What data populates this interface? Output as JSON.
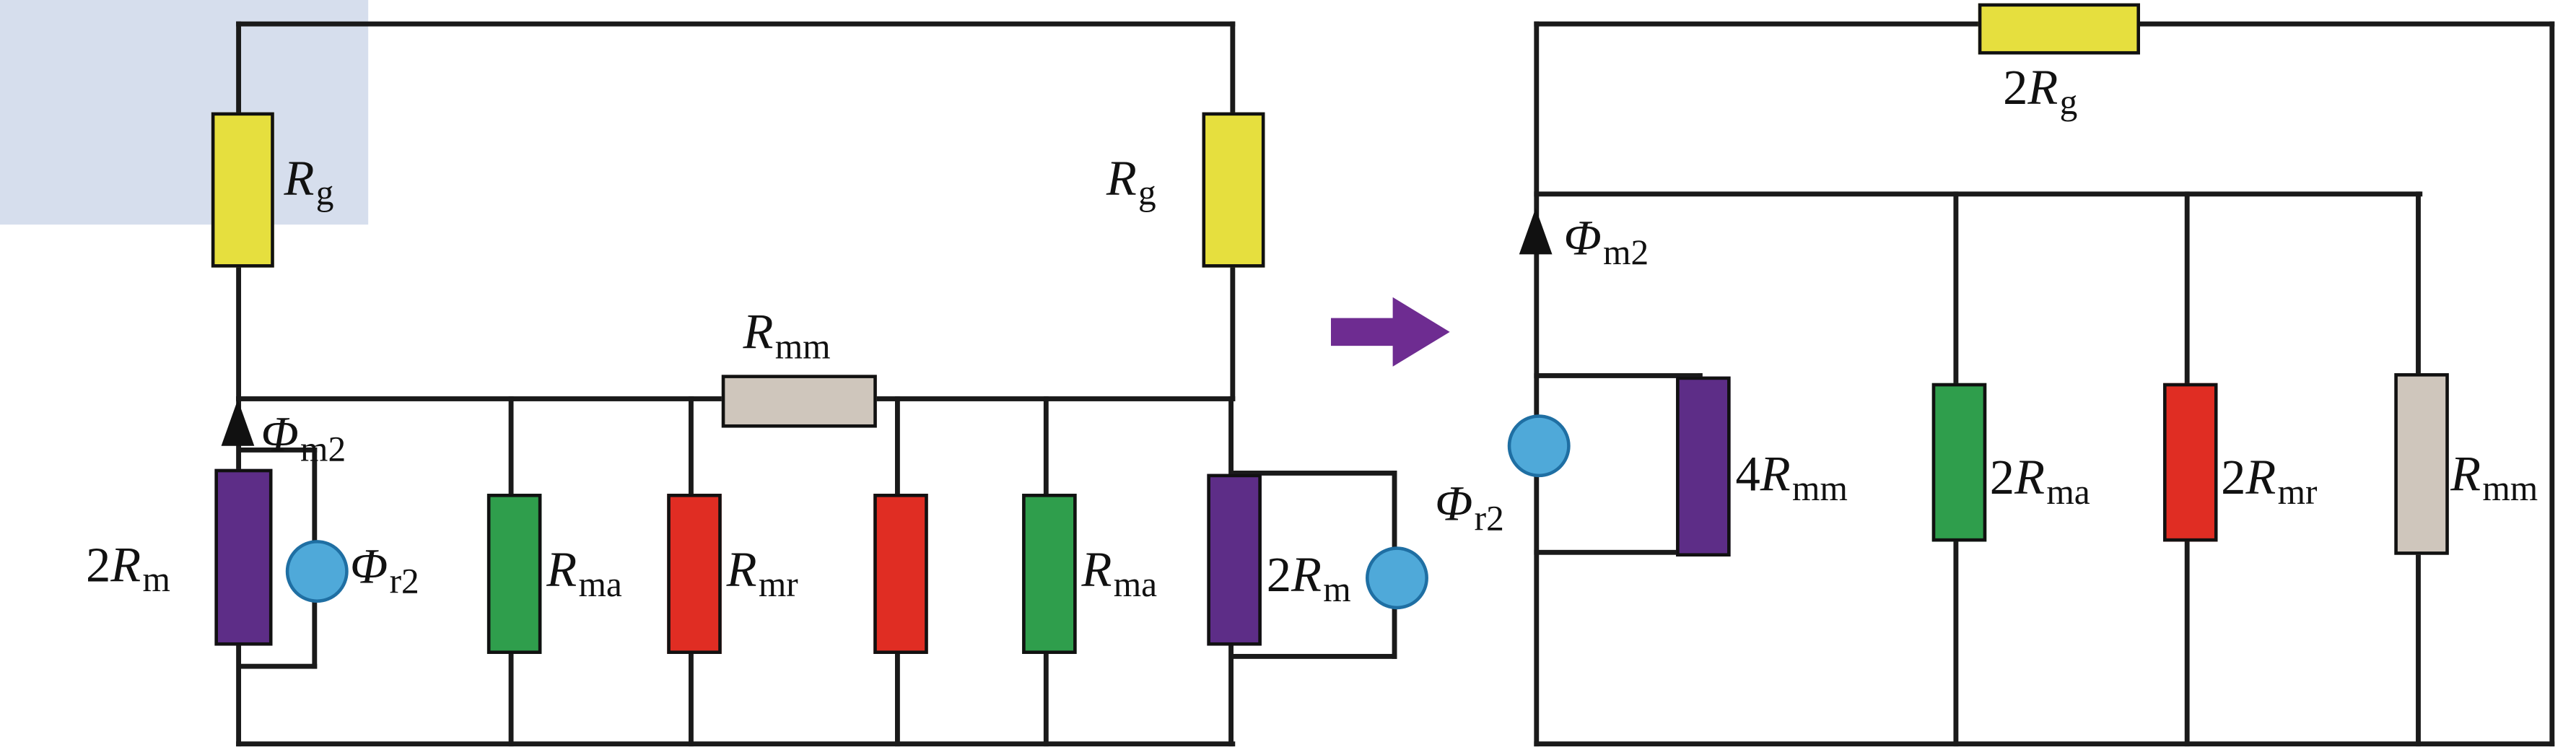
{
  "colors": {
    "wire": "#1a1a1a",
    "yellow": "#e6df3e",
    "gray": "#cfc6bc",
    "purple": "#5d2d87",
    "green": "#2f9e4c",
    "red": "#e02d23",
    "blue": "#4fa9d9",
    "highlight": "rgba(173,190,219,0.5)",
    "transform_arrow": "#6e2c91"
  },
  "left_circuit": {
    "labels": {
      "rg_left": {
        "prefix": "",
        "base": "R",
        "sub": "g"
      },
      "rg_right": {
        "prefix": "",
        "base": "R",
        "sub": "g"
      },
      "rmm": {
        "prefix": "",
        "base": "R",
        "sub": "mm"
      },
      "phi_m2": {
        "prefix": "",
        "base": "Φ",
        "sub": "m2"
      },
      "two_rm_left": {
        "prefix": "2",
        "base": "R",
        "sub": "m"
      },
      "phi_r2": {
        "prefix": "",
        "base": "Φ",
        "sub": "r2"
      },
      "rma_left": {
        "prefix": "",
        "base": "R",
        "sub": "ma"
      },
      "rmr": {
        "prefix": "",
        "base": "R",
        "sub": "mr"
      },
      "rma_right": {
        "prefix": "",
        "base": "R",
        "sub": "ma"
      },
      "two_rm_right": {
        "prefix": "2",
        "base": "R",
        "sub": "m"
      }
    }
  },
  "middle": {
    "phi_r2": {
      "prefix": "",
      "base": "Φ",
      "sub": "r2"
    }
  },
  "right_circuit": {
    "labels": {
      "two_rg": {
        "prefix": "2",
        "base": "R",
        "sub": "g"
      },
      "phi_m2": {
        "prefix": "",
        "base": "Φ",
        "sub": "m2"
      },
      "four_rmm": {
        "prefix": "4",
        "base": "R",
        "sub": "mm"
      },
      "two_rma": {
        "prefix": "2",
        "base": "R",
        "sub": "ma"
      },
      "two_rmr": {
        "prefix": "2",
        "base": "R",
        "sub": "mr"
      },
      "rmm": {
        "prefix": "",
        "base": "R",
        "sub": "mm"
      }
    }
  }
}
